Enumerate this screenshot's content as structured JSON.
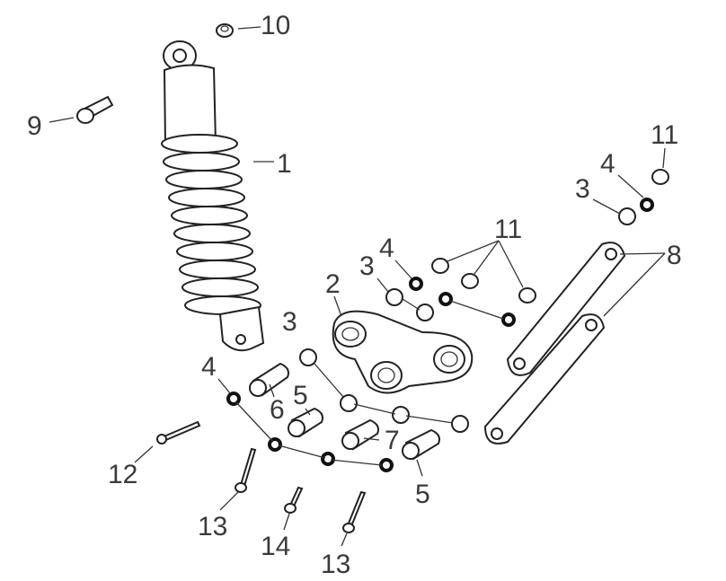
{
  "diagram": {
    "callouts": [
      {
        "id": "c10",
        "text": "10"
      },
      {
        "id": "c9",
        "text": "9"
      },
      {
        "id": "c1",
        "text": "1"
      },
      {
        "id": "c11a",
        "text": "11"
      },
      {
        "id": "c4a",
        "text": "4"
      },
      {
        "id": "c3a",
        "text": "3"
      },
      {
        "id": "c11b",
        "text": "11"
      },
      {
        "id": "c4b",
        "text": "4"
      },
      {
        "id": "c3b",
        "text": "3"
      },
      {
        "id": "c2",
        "text": "2"
      },
      {
        "id": "c8",
        "text": "8"
      },
      {
        "id": "c3c",
        "text": "3"
      },
      {
        "id": "c4c",
        "text": "4"
      },
      {
        "id": "c6",
        "text": "6"
      },
      {
        "id": "c5a",
        "text": "5"
      },
      {
        "id": "c7",
        "text": "7"
      },
      {
        "id": "c12",
        "text": "12"
      },
      {
        "id": "c5b",
        "text": "5"
      },
      {
        "id": "c13a",
        "text": "13"
      },
      {
        "id": "c14",
        "text": "14"
      },
      {
        "id": "c13b",
        "text": "13"
      }
    ]
  }
}
